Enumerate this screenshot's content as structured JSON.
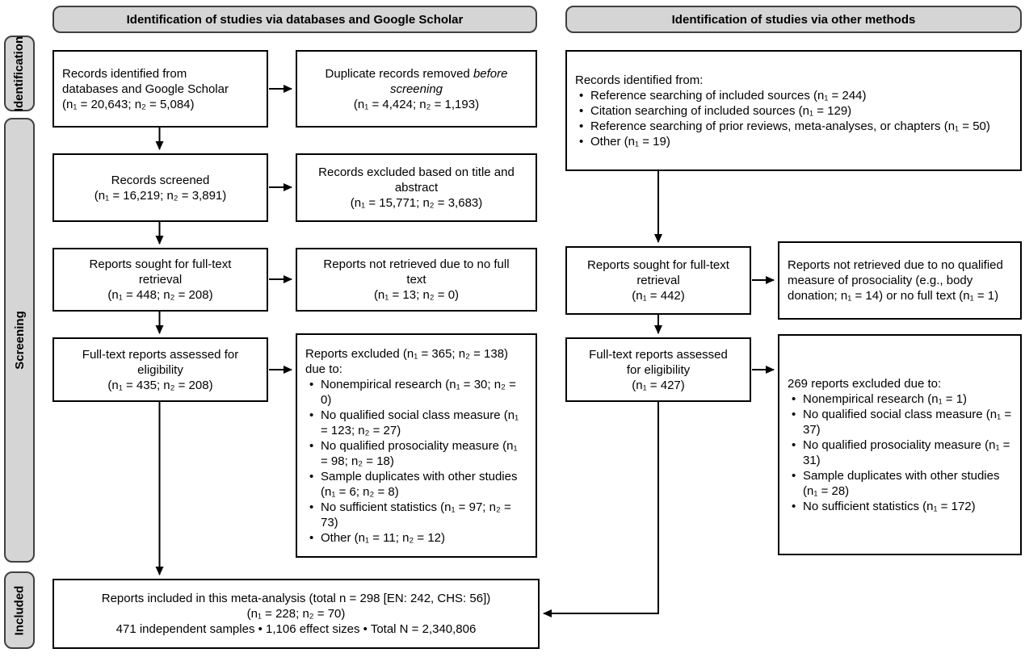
{
  "sidebar": {
    "stages": [
      "Identification",
      "Screening",
      "Included"
    ]
  },
  "headers": {
    "left": "Identification of studies via databases and Google Scholar",
    "right": "Identification of studies via other methods"
  },
  "left_column": {
    "records_identified": {
      "lines": [
        "Records identified from",
        "databases and Google Scholar",
        "(n₁ = 20,643; n₂ = 5,084)"
      ]
    },
    "duplicates_removed": {
      "prefix": "Duplicate records removed ",
      "italic": "before screening",
      "counts": "(n₁ = 4,424; n₂ = 1,193)"
    },
    "records_screened": {
      "lines": [
        "Records screened",
        "(n₁ = 16,219; n₂ = 3,891)"
      ]
    },
    "records_excluded_title_abstract": {
      "lines": [
        "Records excluded based on title and",
        "abstract",
        "(n₁ = 15,771; n₂ = 3,683)"
      ]
    },
    "reports_sought": {
      "lines": [
        "Reports sought for full-text",
        "retrieval",
        "(n₁ = 448; n₂ = 208)"
      ]
    },
    "reports_not_retrieved": {
      "lines": [
        "Reports not retrieved due to no full",
        "text",
        "(n₁ = 13; n₂ = 0)"
      ]
    },
    "fulltext_assessed": {
      "lines": [
        "Full-text reports assessed for",
        "eligibility",
        "(n₁ = 435; n₂ = 208)"
      ]
    },
    "reports_excluded": {
      "intro": "Reports excluded (n₁ = 365; n₂ = 138) due to:",
      "items": [
        "Nonempirical research (n₁ = 30; n₂ = 0)",
        "No qualified social class measure (n₁ = 123; n₂ = 27)",
        "No qualified prosociality measure (n₁ = 98; n₂ = 18)",
        "Sample duplicates with other studies (n₁ = 6; n₂ = 8)",
        "No sufficient statistics (n₁ = 97; n₂ = 73)",
        "Other (n₁ = 11; n₂ = 12)"
      ]
    }
  },
  "right_column": {
    "records_identified": {
      "intro": "Records identified from:",
      "items": [
        "Reference searching of included sources (n₁ = 244)",
        "Citation searching of included sources (n₁ = 129)",
        "Reference searching of prior reviews, meta-analyses, or chapters (n₁ = 50)",
        "Other (n₁ = 19)"
      ]
    },
    "reports_sought": {
      "lines": [
        "Reports sought for full-text",
        "retrieval",
        "(n₁ = 442)"
      ]
    },
    "reports_not_retrieved": {
      "text": "Reports not retrieved due to no qualified measure of prosociality (e.g., body donation; n₁ = 14) or no full text (n₁ = 1)"
    },
    "fulltext_assessed": {
      "lines": [
        "Full-text reports assessed",
        "for eligibility",
        "(n₁ = 427)"
      ]
    },
    "reports_excluded": {
      "intro": "269 reports excluded due to:",
      "items": [
        "Nonempirical research (n₁ = 1)",
        "No qualified social class measure (n₁ = 37)",
        "No qualified prosociality measure (n₁ = 31)",
        "Sample duplicates with other studies (n₁ = 28)",
        "No sufficient statistics (n₁ = 172)"
      ]
    }
  },
  "included_box": {
    "lines": [
      "Reports included in this meta-analysis (total n = 298 [EN: 242, CHS: 56])",
      "(n₁ = 228; n₂ = 70)",
      "471 independent samples • 1,106 effect sizes • Total N = 2,340,806"
    ]
  }
}
